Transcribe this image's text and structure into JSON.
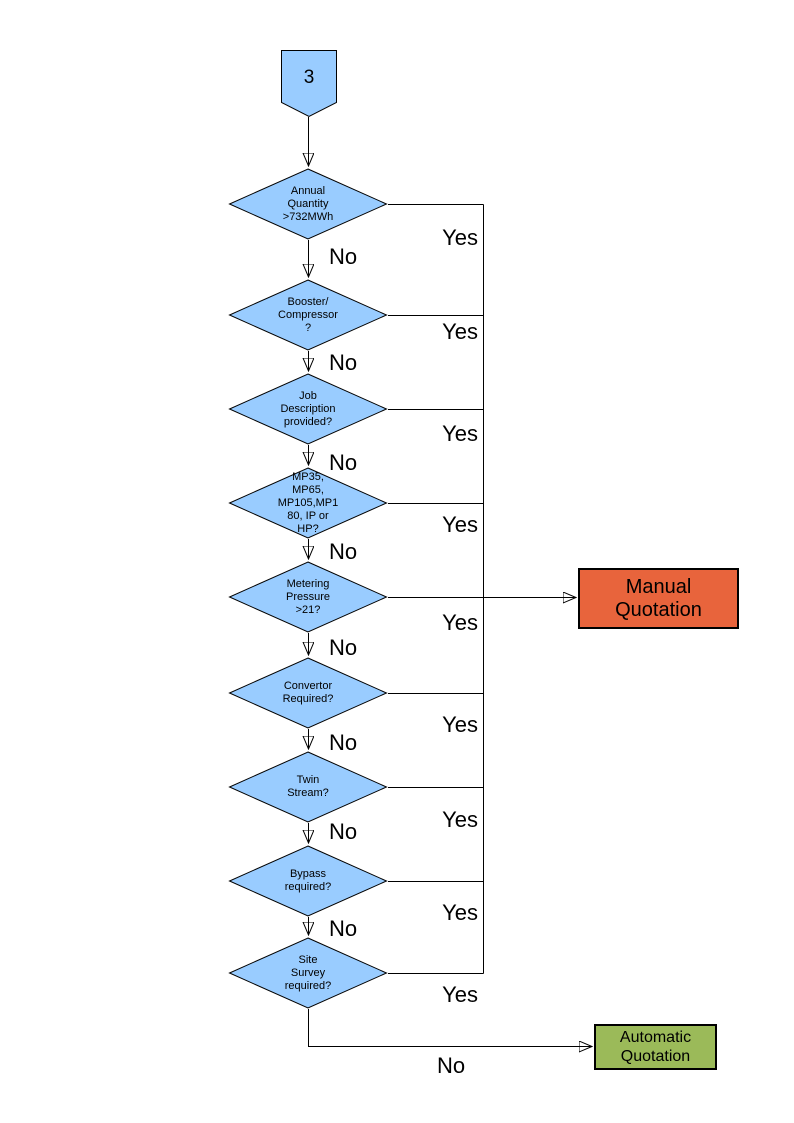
{
  "colors": {
    "decision_fill": "#99CCFF",
    "shape_border": "#000000",
    "manual_fill": "#E8643C",
    "automatic_fill": "#9BBA59",
    "line": "#000000",
    "text": "#000000",
    "background": "#FFFFFF"
  },
  "offpage_connector": {
    "label": "3"
  },
  "decisions": [
    {
      "label": "Annual\nQuantity\n>732MWh"
    },
    {
      "label": "Booster/\nCompressor\n?"
    },
    {
      "label": "Job\nDescription\nprovided?"
    },
    {
      "label": "MP35,\nMP65,\nMP105,MP1\n80, IP or\nHP?"
    },
    {
      "label": "Metering\nPressure\n>21?"
    },
    {
      "label": "Convertor\nRequired?"
    },
    {
      "label": "Twin\nStream?"
    },
    {
      "label": "Bypass\nrequired?"
    },
    {
      "label": "Site\nSurvey\nrequired?"
    }
  ],
  "edge_labels": {
    "yes": "Yes",
    "no": "No"
  },
  "outcomes": {
    "manual": {
      "label": "Manual\nQuotation"
    },
    "automatic": {
      "label": "Automatic\nQuotation"
    }
  }
}
